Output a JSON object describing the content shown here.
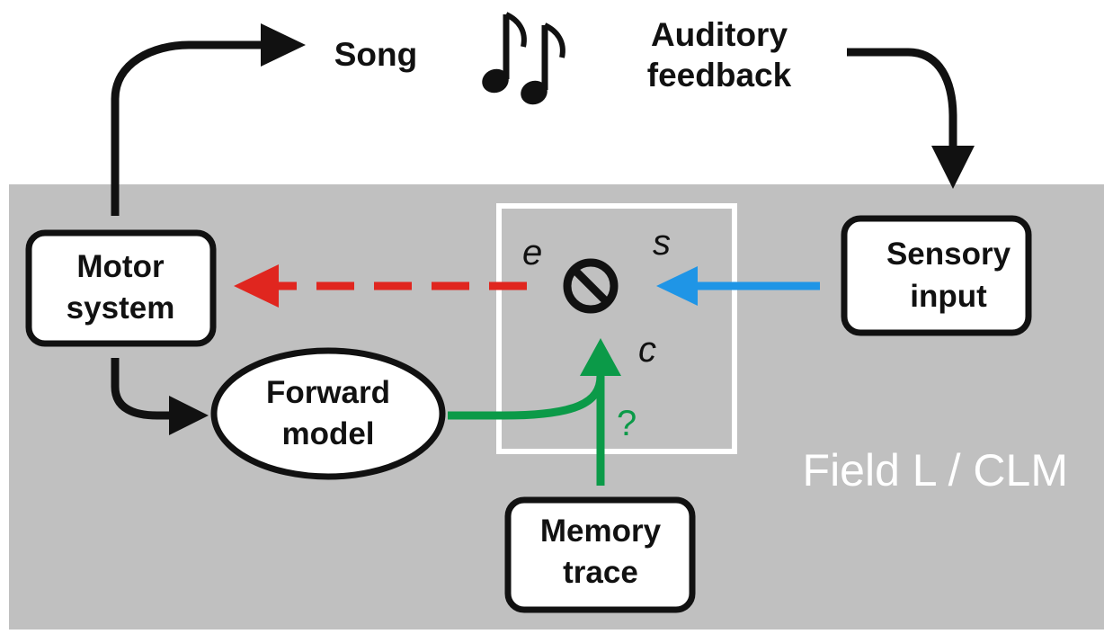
{
  "labels": {
    "song": "Song",
    "auditory_feedback": [
      "Auditory",
      "feedback"
    ],
    "region": "Field L / CLM"
  },
  "nodes": {
    "motor_system": [
      "Motor",
      "system"
    ],
    "forward_model": [
      "Forward",
      "model"
    ],
    "sensory_input": [
      "Sensory",
      "input"
    ],
    "memory_trace": [
      "Memory",
      "trace"
    ]
  },
  "comparator": {
    "error": "e",
    "sensory": "s",
    "comparison": "c",
    "uncertain": "?"
  },
  "colors": {
    "background_region": "#c0c0c0",
    "error_arrow": "#e0261f",
    "sensory_arrow": "#1f95e6",
    "memory_arrow": "#0b9a48",
    "outline": "#111111",
    "comparator_frame": "#ffffff"
  }
}
